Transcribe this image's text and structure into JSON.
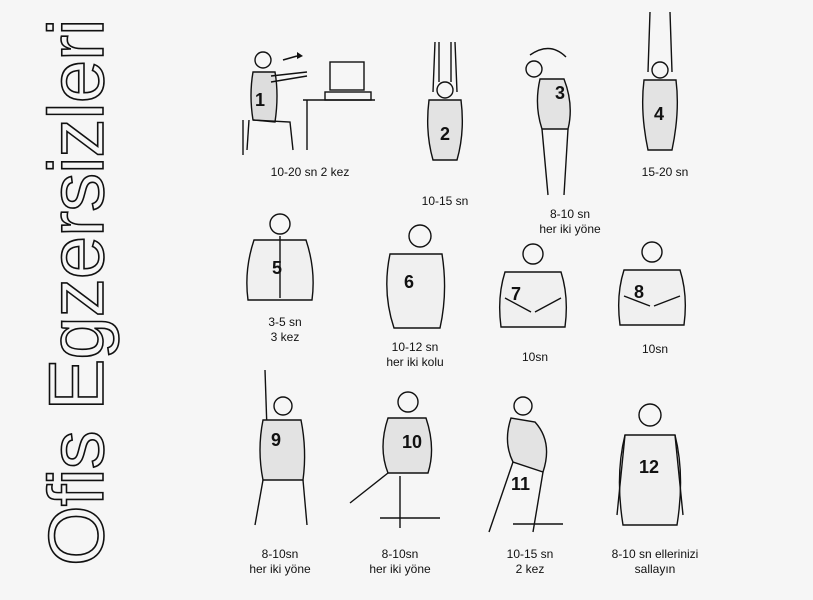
{
  "title": "Ofis Egzersizleri",
  "exercises": [
    {
      "number": "1",
      "lines": [
        "10-20 sn 2 kez"
      ]
    },
    {
      "number": "2",
      "lines": [
        "10-15 sn"
      ]
    },
    {
      "number": "3",
      "lines": [
        "8-10 sn",
        "her iki yöne"
      ]
    },
    {
      "number": "4",
      "lines": [
        "15-20 sn"
      ]
    },
    {
      "number": "5",
      "lines": [
        "3-5 sn",
        "3 kez"
      ]
    },
    {
      "number": "6",
      "lines": [
        "10-12 sn",
        "her iki kolu"
      ]
    },
    {
      "number": "7",
      "lines": [
        "10sn"
      ]
    },
    {
      "number": "8",
      "lines": [
        "10sn"
      ]
    },
    {
      "number": "9",
      "lines": [
        "8-10sn",
        "her iki yöne"
      ]
    },
    {
      "number": "10",
      "lines": [
        "8-10sn",
        "her iki yöne"
      ]
    },
    {
      "number": "11",
      "lines": [
        "10-15 sn",
        "2 kez"
      ]
    },
    {
      "number": "12",
      "lines": [
        "8-10 sn ellerinizi",
        "sallayın"
      ]
    }
  ]
}
